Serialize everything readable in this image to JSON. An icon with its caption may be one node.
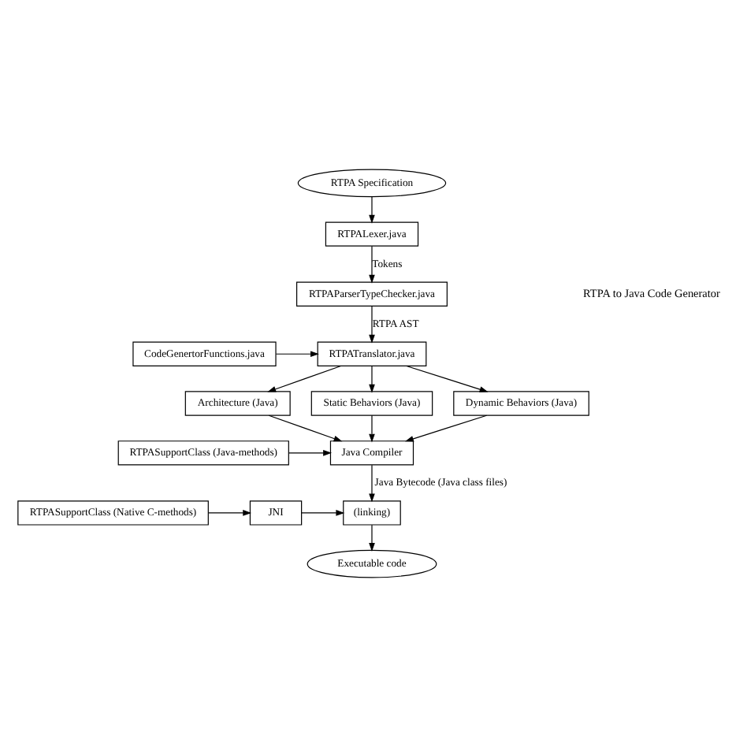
{
  "diagram": {
    "nodes": [
      {
        "text": [
          "RTPA Specification"
        ]
      },
      {
        "text": [
          "RTPALexer.java"
        ]
      },
      {
        "text": [
          "RTPAParserTypeChecker.java"
        ]
      },
      {
        "text": [
          "RTPATranslator.java"
        ]
      },
      {
        "text": [
          "CodeGenertorFunctions.java"
        ]
      },
      {
        "text": [
          "Architecture (Java)"
        ]
      },
      {
        "text": [
          "Static Behaviors (Java)"
        ]
      },
      {
        "text": [
          "Dynamic Behaviors (Java)"
        ]
      },
      {
        "text": [
          "RTPASupportClass (Java-methods)"
        ]
      },
      {
        "text": [
          "Java Compiler"
        ]
      },
      {
        "text": [
          "(linking)"
        ]
      },
      {
        "text": [
          "JNI"
        ]
      },
      {
        "text": [
          "RTPASupportClass (Native C-methods)"
        ]
      },
      {
        "text": [
          "Executable code"
        ]
      }
    ],
    "edges": [
      {
        "from": 0,
        "to": 1,
        "arrow": "to"
      },
      {
        "from": 1,
        "to": 2,
        "arrow": "to",
        "label": "Tokens"
      },
      {
        "from": 2,
        "to": 3,
        "arrow": "to",
        "label": "RTPA AST"
      },
      {
        "from": 4,
        "to": 3,
        "arrow": "to"
      },
      {
        "from": 3,
        "to": 5,
        "arrow": "to"
      },
      {
        "from": 3,
        "to": 6,
        "arrow": "to"
      },
      {
        "from": 3,
        "to": 7,
        "arrow": "to"
      },
      {
        "from": 5,
        "to": 9,
        "arrow": "to"
      },
      {
        "from": 6,
        "to": 9,
        "arrow": "to"
      },
      {
        "from": 7,
        "to": 9,
        "arrow": "to"
      },
      {
        "from": 8,
        "to": 9,
        "arrow": "to"
      },
      {
        "from": 9,
        "to": 10,
        "arrow": "to",
        "label": "Java Bytecode (Java class files)"
      },
      {
        "from": 12,
        "to": 11,
        "arrow": "to"
      },
      {
        "from": 11,
        "to": 10,
        "arrow": "to"
      },
      {
        "from": 10,
        "to": 13,
        "arrow": "to"
      }
    ],
    "labels": [
      "RTPA to Java Code Generator"
    ]
  }
}
